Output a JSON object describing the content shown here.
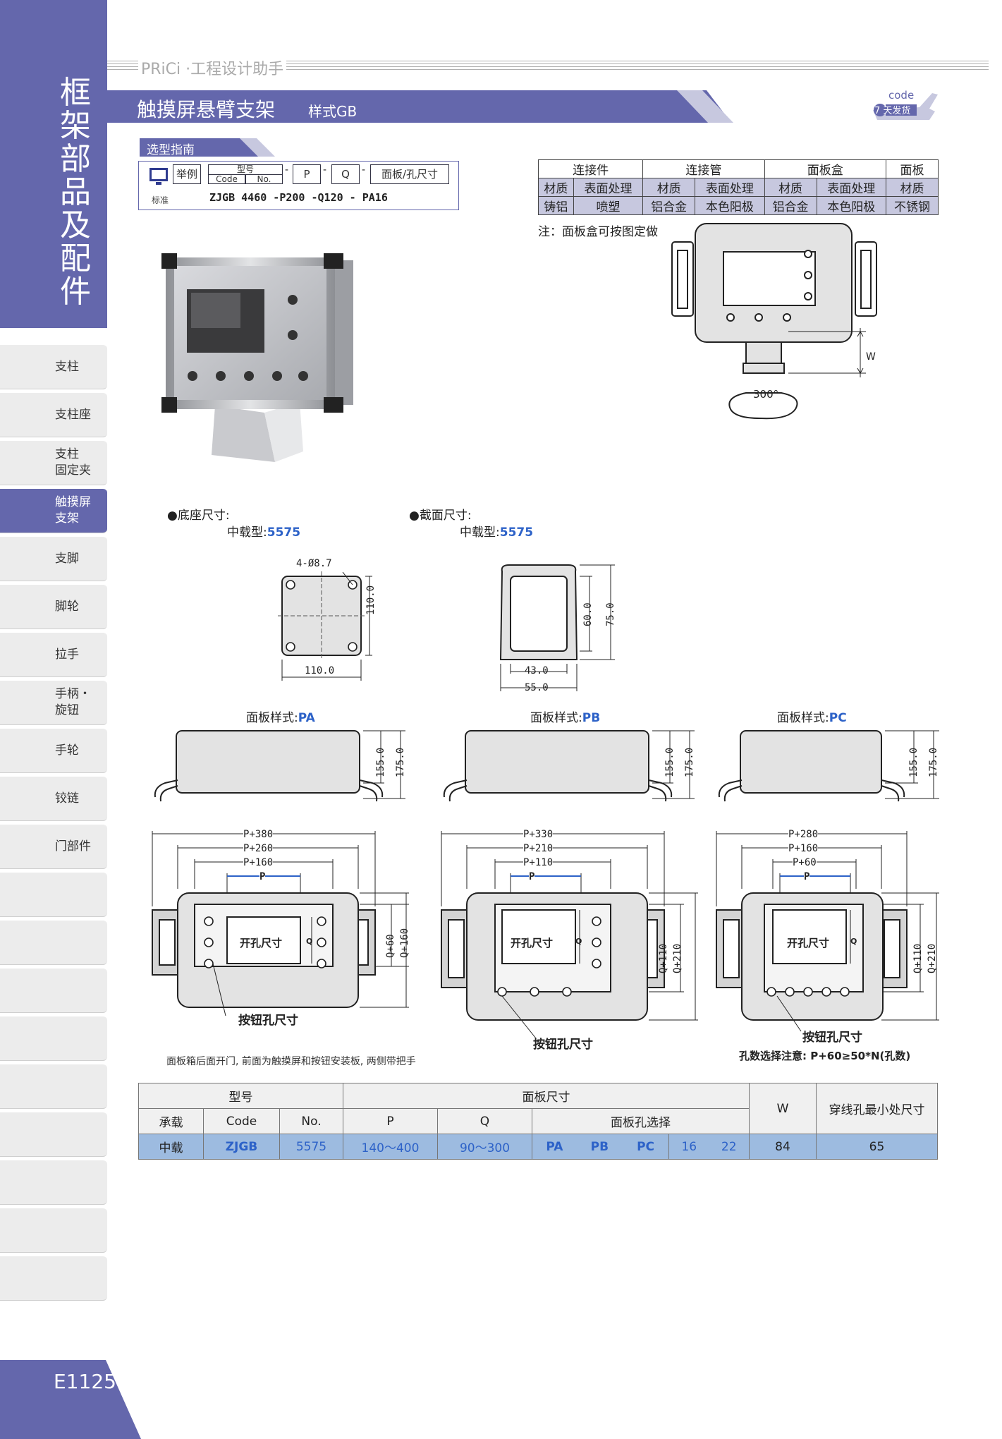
{
  "sidebar": {
    "category": [
      "框",
      "架",
      "部",
      "品",
      "及",
      "配",
      "件"
    ],
    "items": [
      {
        "label": "支柱"
      },
      {
        "label": "支柱座"
      },
      {
        "label": "支柱",
        "label2": "固定夹"
      },
      {
        "label": "触摸屏",
        "label2": "支架"
      },
      {
        "label": "支脚"
      },
      {
        "label": "脚轮"
      },
      {
        "label": "拉手"
      },
      {
        "label": "手柄・",
        "label2": "旋钮"
      },
      {
        "label": "手轮"
      },
      {
        "label": "铰链"
      },
      {
        "label": "门部件"
      }
    ],
    "page_number": "E1125"
  },
  "header": {
    "brand": "PRiCi ·工程设计助手",
    "title": "触摸屏悬臂支架",
    "style": "样式GB",
    "code_label": "code",
    "ship_days": "7",
    "ship_label": "天发货"
  },
  "guide": {
    "title": "选型指南",
    "example_label": "举例",
    "model_label": "型号",
    "code_label": "Code",
    "no_label": "No.",
    "p_label": "P",
    "q_label": "Q",
    "panel_label": "面板/孔尺寸",
    "standard_label": "标准",
    "example_value": "ZJGB 4460 -P200 -Q120 -  PA16"
  },
  "material_table": {
    "groups": [
      "连接件",
      "连接管",
      "面板盒",
      "面板"
    ],
    "sub": [
      "材质",
      "表面处理",
      "材质",
      "表面处理",
      "材质",
      "表面处理",
      "材质"
    ],
    "values": [
      "铸铝",
      "喷塑",
      "铝合金",
      "本色阳极",
      "铝合金",
      "本色阳极",
      "不锈钢"
    ],
    "note": "注：面板盒可按图定做"
  },
  "top_diagram": {
    "w_label": "W",
    "rotation": "300°"
  },
  "base": {
    "label": "●底座尺寸:",
    "load": "中载型:",
    "model": "5575",
    "hole": "4-Ø8.7",
    "width": "110.0",
    "height": "110.0"
  },
  "section": {
    "label": "●截面尺寸:",
    "load": "中载型:",
    "model": "5575",
    "inner_h": "60.0",
    "outer_h": "75.0",
    "inner_w": "43.0",
    "outer_w": "55.0"
  },
  "panels": [
    {
      "label": "面板样式:",
      "code": "PA",
      "h1": "155.0",
      "h2": "175.0",
      "w1": "P+380",
      "w2": "P+260",
      "w3": "P+160",
      "p": "P",
      "q1": "Q+60",
      "q2": "Q+160",
      "cut": "开孔尺寸",
      "btn": "按钮孔尺寸"
    },
    {
      "label": "面板样式:",
      "code": "PB",
      "h1": "155.0",
      "h2": "175.0",
      "w1": "P+330",
      "w2": "P+210",
      "w3": "P+110",
      "p": "P",
      "q1": "Q+110",
      "q2": "Q+210",
      "cut": "开孔尺寸",
      "btn": "按钮孔尺寸"
    },
    {
      "label": "面板样式:",
      "code": "PC",
      "h1": "155.0",
      "h2": "175.0",
      "w1": "P+280",
      "w2": "P+160",
      "w3": "P+60",
      "p": "P",
      "q1": "Q+110",
      "q2": "Q+210",
      "cut": "开孔尺寸",
      "btn": "按钮孔尺寸"
    }
  ],
  "q_mark": "Q",
  "box_note": "面板箱后面开门, 前面为触摸屏和按钮安装板, 两侧带把手",
  "hole_note": "孔数选择注意: P+60≥50*N(孔数)",
  "spec_table": {
    "h_model": "型号",
    "h_panel": "面板尺寸",
    "h_w": "W",
    "h_min": "穿线孔最小处尺寸",
    "h_load": "承载",
    "h_code": "Code",
    "h_no": "No.",
    "h_p": "P",
    "h_q": "Q",
    "h_hole": "面板孔选择",
    "row": {
      "load": "中载",
      "code": "ZJGB",
      "no": "5575",
      "p": "140～400",
      "q": "90～300",
      "pa": "PA",
      "pb": "PB",
      "pc": "PC",
      "h16": "16",
      "h22": "22",
      "w": "84",
      "min": "65"
    }
  }
}
